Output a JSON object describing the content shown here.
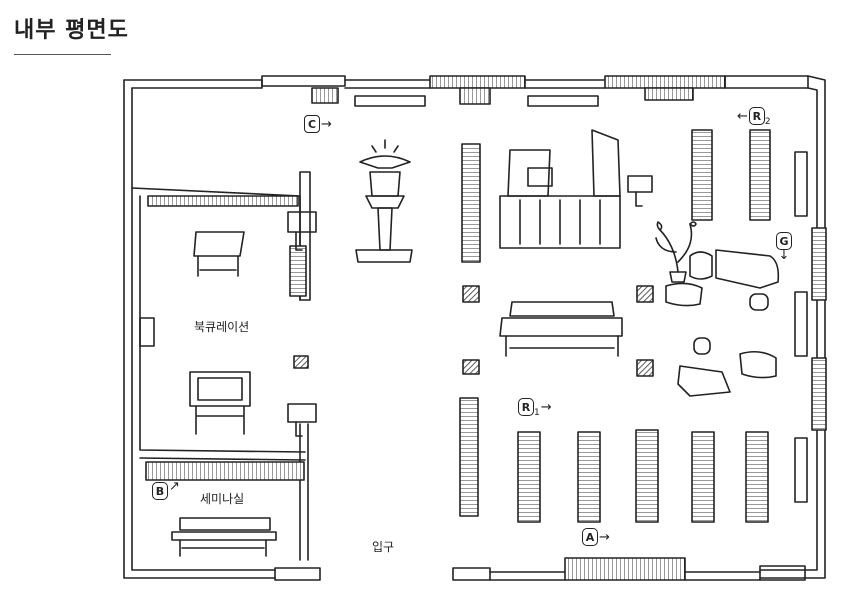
{
  "page": {
    "title": "내부 평면도"
  },
  "rooms": {
    "book_curation": "북큐레이션",
    "seminar": "세미나실",
    "entrance": "입구"
  },
  "markers": {
    "A": {
      "letter": "A",
      "arrow": "→"
    },
    "B": {
      "letter": "B",
      "arrow": "↗"
    },
    "C": {
      "letter": "C",
      "arrow": "→"
    },
    "G": {
      "letter": "G",
      "arrow": "↓"
    },
    "R1": {
      "letter": "R",
      "sub": "1",
      "arrow": "→"
    },
    "R2": {
      "letter": "R",
      "sub": "2",
      "arrow": "←"
    }
  },
  "colors": {
    "ink": "#222222",
    "paper": "#ffffff",
    "hatch": "#444444"
  }
}
